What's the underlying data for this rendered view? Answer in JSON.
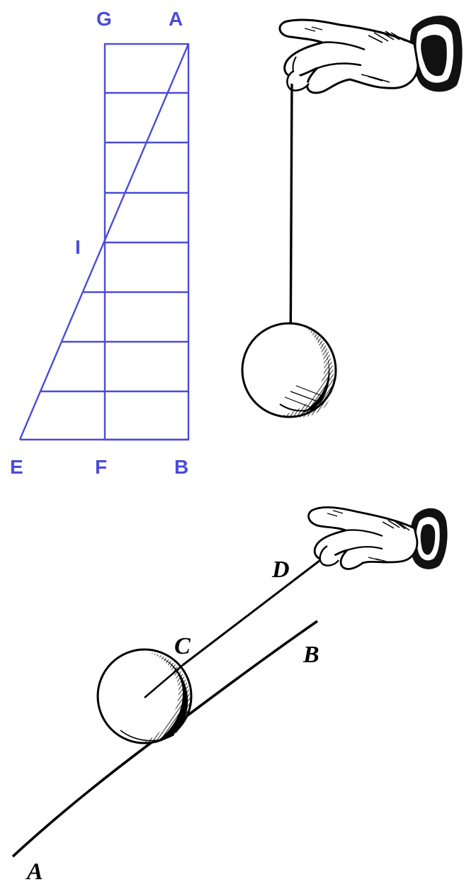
{
  "colors": {
    "grid": "#4b4bd8",
    "ink": "#000000",
    "paper": "#ffffff"
  },
  "grid_figure": {
    "labels": {
      "G": "G",
      "A": "A",
      "I": "I",
      "E": "E",
      "F": "F",
      "B": "B"
    },
    "rows": 8
  },
  "pendulum_figure": {
    "icons": [
      "hand-icon",
      "ball-icon",
      "string-line"
    ]
  },
  "incline_figure": {
    "labels": {
      "D": "D",
      "C": "C",
      "B": "B",
      "A": "A"
    },
    "icons": [
      "hand-icon",
      "ball-icon",
      "incline-line",
      "string-line"
    ]
  }
}
